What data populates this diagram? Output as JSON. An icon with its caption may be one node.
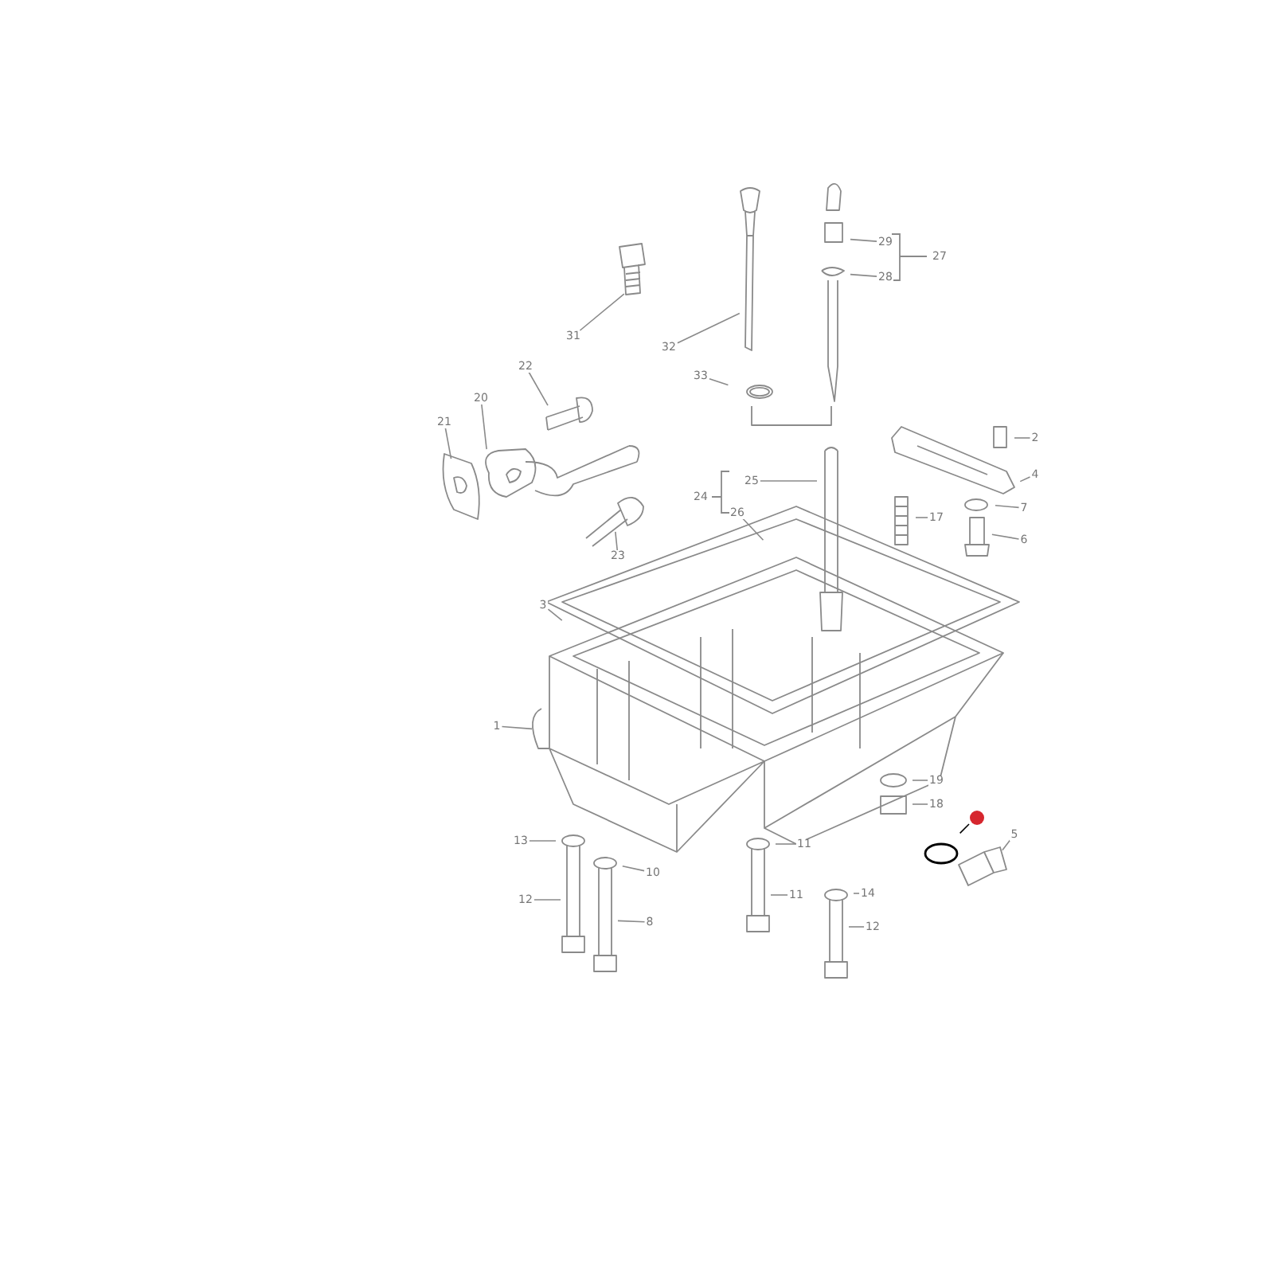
{
  "diagram": {
    "nodes": [
      {
        "text": [
          "31"
        ]
      },
      {
        "text": [
          "32"
        ]
      },
      {
        "text": [
          "33"
        ]
      },
      {
        "text": [
          "22"
        ]
      },
      {
        "text": [
          "20"
        ]
      },
      {
        "text": [
          "21"
        ]
      },
      {
        "text": [
          "23"
        ]
      },
      {
        "text": [
          "29"
        ]
      },
      {
        "text": [
          "28"
        ]
      },
      {
        "text": [
          "27"
        ]
      },
      {
        "text": [
          "25"
        ]
      },
      {
        "text": [
          "24"
        ]
      },
      {
        "text": [
          "26"
        ]
      },
      {
        "text": [
          "2"
        ]
      },
      {
        "text": [
          "4"
        ]
      },
      {
        "text": [
          "7"
        ]
      },
      {
        "text": [
          "6"
        ]
      },
      {
        "text": [
          "17"
        ]
      },
      {
        "text": [
          "3"
        ]
      },
      {
        "text": [
          "1"
        ]
      },
      {
        "text": [
          "19"
        ]
      },
      {
        "text": [
          "18"
        ]
      },
      {
        "text": [],
        "shape": "circle"
      },
      {
        "text": [
          "5"
        ]
      },
      {
        "text": [
          "13"
        ]
      },
      {
        "text": [
          "10"
        ]
      },
      {
        "text": [
          "12"
        ]
      },
      {
        "text": [
          "8"
        ]
      },
      {
        "text": [
          "11"
        ]
      },
      {
        "text": [
          "11"
        ]
      },
      {
        "text": [
          "14"
        ]
      },
      {
        "text": [
          "12"
        ]
      }
    ],
    "edges": [
      {
        "from": 0,
        "to": null,
        "arrow": "none"
      },
      {
        "from": 1,
        "to": null,
        "arrow": "none"
      },
      {
        "from": 2,
        "to": null,
        "arrow": "none"
      },
      {
        "from": 3,
        "to": null,
        "arrow": "none"
      },
      {
        "from": 4,
        "to": null,
        "arrow": "none"
      },
      {
        "from": 5,
        "to": null,
        "arrow": "none"
      },
      {
        "from": 6,
        "to": null,
        "arrow": "none"
      },
      {
        "from": 7,
        "to": null,
        "arrow": "none"
      },
      {
        "from": 8,
        "to": null,
        "arrow": "none"
      },
      {
        "from": 10,
        "to": null,
        "arrow": "none"
      },
      {
        "from": 12,
        "to": null,
        "arrow": "none"
      },
      {
        "from": 13,
        "to": null,
        "arrow": "none"
      },
      {
        "from": 14,
        "to": null,
        "arrow": "none"
      },
      {
        "from": 15,
        "to": null,
        "arrow": "none"
      },
      {
        "from": 16,
        "to": null,
        "arrow": "none"
      },
      {
        "from": 17,
        "to": null,
        "arrow": "none"
      },
      {
        "from": 18,
        "to": null,
        "arrow": "none"
      },
      {
        "from": 19,
        "to": null,
        "arrow": "none"
      },
      {
        "from": 20,
        "to": null,
        "arrow": "none"
      },
      {
        "from": 21,
        "to": null,
        "arrow": "none"
      },
      {
        "from": 22,
        "to": null,
        "arrow": "none",
        "color": "#000000"
      },
      {
        "from": 23,
        "to": null,
        "arrow": "none"
      },
      {
        "from": 24,
        "to": null,
        "arrow": "none"
      },
      {
        "from": 25,
        "to": null,
        "arrow": "none"
      },
      {
        "from": 26,
        "to": null,
        "arrow": "none"
      },
      {
        "from": 27,
        "to": null,
        "arrow": "none"
      },
      {
        "from": 28,
        "to": null,
        "arrow": "none"
      },
      {
        "from": 29,
        "to": null,
        "arrow": "none"
      },
      {
        "from": 30,
        "to": null,
        "arrow": "none"
      },
      {
        "from": 31,
        "to": null,
        "arrow": "none"
      }
    ]
  }
}
